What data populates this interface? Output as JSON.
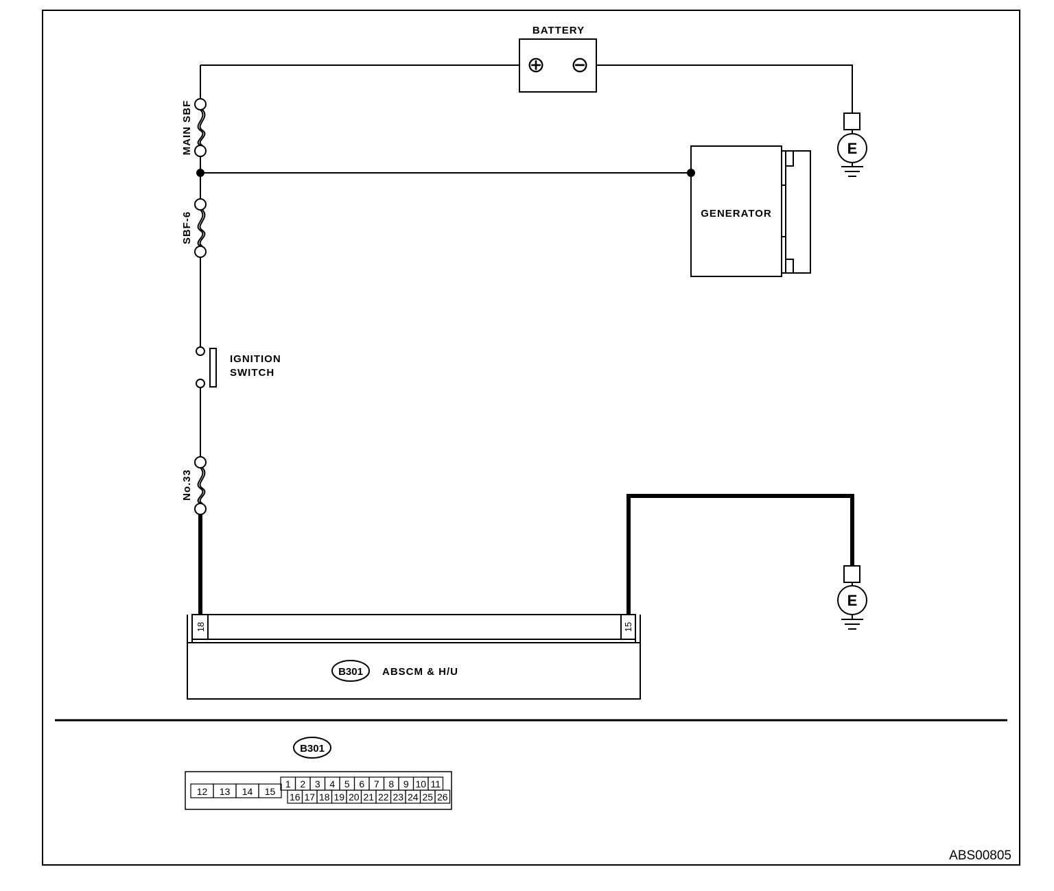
{
  "labels": {
    "battery": "BATTERY",
    "battery_positive": "⊕",
    "battery_negative": "⊖",
    "main_sbf": "MAIN SBF",
    "sbf6": "SBF-6",
    "generator": "GENERATOR",
    "ignition_switch_line1": "IGNITION",
    "ignition_switch_line2": "SWITCH",
    "fuse_no33": "No.33",
    "ground_top": "E",
    "ground_bottom": "E",
    "pin_18": "18",
    "pin_15": "15",
    "module_connector": "B301",
    "module_name": "ABSCM & H/U"
  },
  "connector": {
    "id": "B301",
    "left_pins": [
      "12",
      "13",
      "14",
      "15"
    ],
    "top_row": [
      "1",
      "2",
      "3",
      "4",
      "5",
      "6",
      "7",
      "8",
      "9",
      "10",
      "11"
    ],
    "bottom_row": [
      "16",
      "17",
      "18",
      "19",
      "20",
      "21",
      "22",
      "23",
      "24",
      "25",
      "26"
    ]
  },
  "diagram_code": "ABS00805"
}
